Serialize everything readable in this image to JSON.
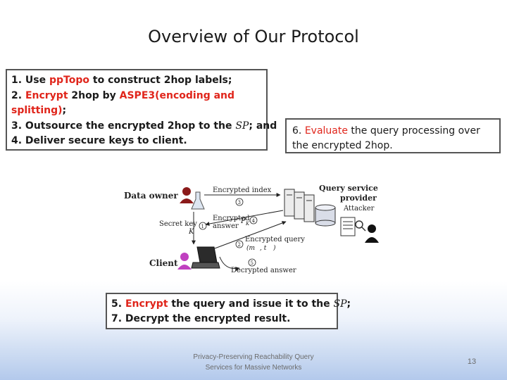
{
  "slide": {
    "title": "Overview of Our Protocol"
  },
  "steps_box": {
    "line1_prefix": "1. Use ",
    "line1_red": "ppTopo",
    "line1_suffix": " to construct 2hop labels;",
    "line2_prefix": "2. ",
    "line2_red1": "Encrypt",
    "line2_mid": " 2hop by ",
    "line2_red2": "ASPE3(encoding and",
    "line3_red": "splitting)",
    "line3_suffix": ";",
    "line4_prefix": "3. Outsource the encrypted 2hop to the ",
    "line4_sp": "SP",
    "line4_suffix": "; and",
    "line5": "4. Deliver secure keys to client."
  },
  "eval_box": {
    "prefix": "6. ",
    "red": "Evaluate",
    "suffix": " the query processing over",
    "line2": "the encrypted 2hop."
  },
  "final_box": {
    "line1_prefix": "5. ",
    "line1_red": "Encrypt",
    "line1_mid": " the query and issue it to the ",
    "line1_sp": "SP",
    "line1_suffix": ";",
    "line2": "7. Decrypt the encrypted result."
  },
  "diagram": {
    "data_owner": "Data owner",
    "query_service": "Query service",
    "provider": "provider",
    "attacker": "Attacker",
    "encrypted_index": "Encrypted index",
    "encrypted": "Encrypted",
    "answer": "answer",
    "pk": "P",
    "pk_sub": "K",
    "secret_key": "Secret key",
    "k": "K",
    "encrypted_query": "Encrypted query",
    "query_tuple": "(m",
    "query_tuple_rest": ", t",
    "query_tuple_end": ")",
    "client": "Client",
    "decrypted_answer": "Decrypted answer",
    "n1": "1",
    "n2": "2",
    "n3": "3",
    "n4": "4",
    "n5": "5",
    "colors": {
      "owner": "#8b1a1a",
      "client": "#c040c0",
      "attacker": "#111111",
      "server_body": "#ececec"
    }
  },
  "footer": {
    "line1": "Privacy-Preserving Reachability Query",
    "line2": "Services for Massive Networks",
    "page_number": "13"
  }
}
